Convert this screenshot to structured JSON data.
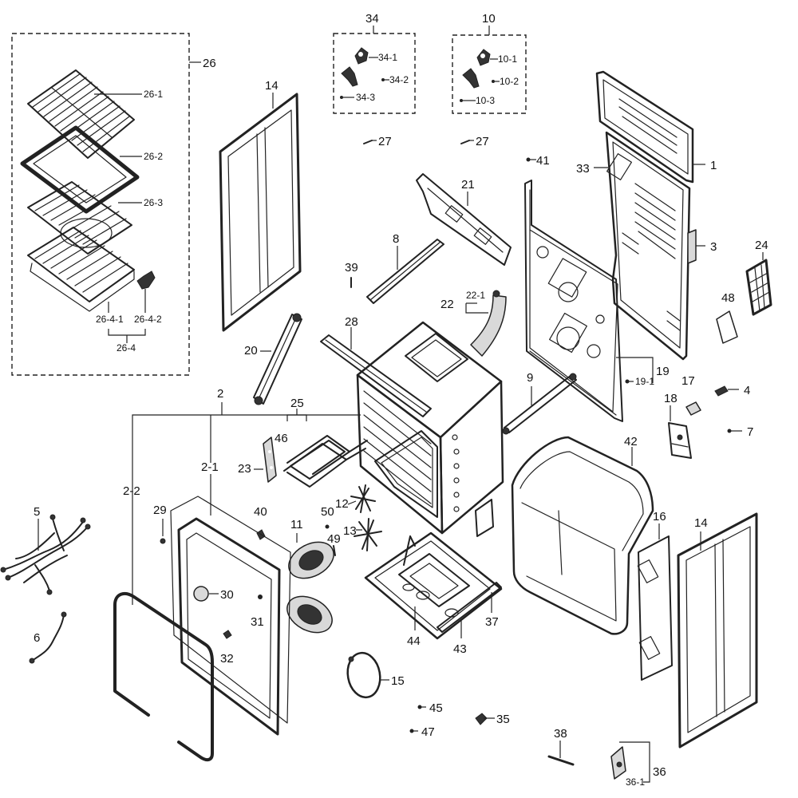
{
  "labels": {
    "l1": "1",
    "l2": "2",
    "l2_1": "2-1",
    "l2_2": "2-2",
    "l3": "3",
    "l4": "4",
    "l5": "5",
    "l6": "6",
    "l7": "7",
    "l8": "8",
    "l9": "9",
    "l10": "10",
    "l10_1": "10-1",
    "l10_2": "10-2",
    "l10_3": "10-3",
    "l11": "11",
    "l12": "12",
    "l13": "13",
    "l14a": "14",
    "l14b": "14",
    "l15": "15",
    "l16": "16",
    "l17": "17",
    "l18": "18",
    "l19": "19",
    "l19_1": "19-1",
    "l20": "20",
    "l21": "21",
    "l22": "22",
    "l22_1": "22-1",
    "l23": "23",
    "l24": "24",
    "l25": "25",
    "l26": "26",
    "l26_1": "26-1",
    "l26_2": "26-2",
    "l26_3": "26-3",
    "l26_4": "26-4",
    "l26_4_1": "26-4-1",
    "l26_4_2": "26-4-2",
    "l27a": "27",
    "l27b": "27",
    "l28": "28",
    "l29": "29",
    "l30": "30",
    "l31": "31",
    "l32": "32",
    "l33": "33",
    "l34": "34",
    "l34_1": "34-1",
    "l34_2": "34-2",
    "l34_3": "34-3",
    "l35": "35",
    "l36": "36",
    "l36_1": "36-1",
    "l37": "37",
    "l38": "38",
    "l39": "39",
    "l40": "40",
    "l41": "41",
    "l42": "42",
    "l43": "43",
    "l44": "44",
    "l45": "45",
    "l46": "46",
    "l47": "47",
    "l48": "48",
    "l49": "49",
    "l50": "50"
  }
}
